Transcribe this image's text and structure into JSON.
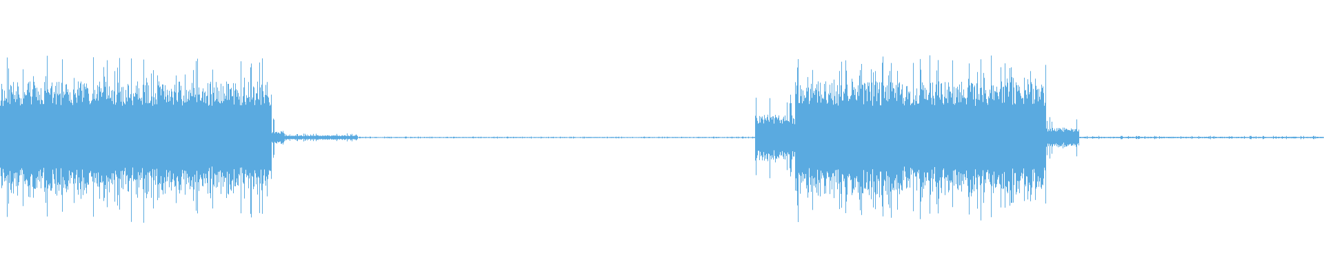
{
  "waveform": {
    "color": "#5aaae0",
    "background": "#ffffff",
    "duration_units": 1,
    "segments": [
      {
        "start": 0.0,
        "end": 0.205,
        "level": 0.85,
        "spike_level": 1.0
      },
      {
        "start": 0.205,
        "end": 0.215,
        "level": 0.1,
        "spike_level": 0.25
      },
      {
        "start": 0.215,
        "end": 0.27,
        "level": 0.035,
        "spike_level": 0.05
      },
      {
        "start": 0.27,
        "end": 0.57,
        "level": 0.008,
        "spike_level": 0.012
      },
      {
        "start": 0.57,
        "end": 0.6,
        "level": 0.35,
        "spike_level": 0.55
      },
      {
        "start": 0.6,
        "end": 0.79,
        "level": 0.85,
        "spike_level": 1.0
      },
      {
        "start": 0.79,
        "end": 0.815,
        "level": 0.15,
        "spike_level": 0.25
      },
      {
        "start": 0.815,
        "end": 1.0,
        "level": 0.012,
        "spike_level": 0.02
      }
    ]
  }
}
